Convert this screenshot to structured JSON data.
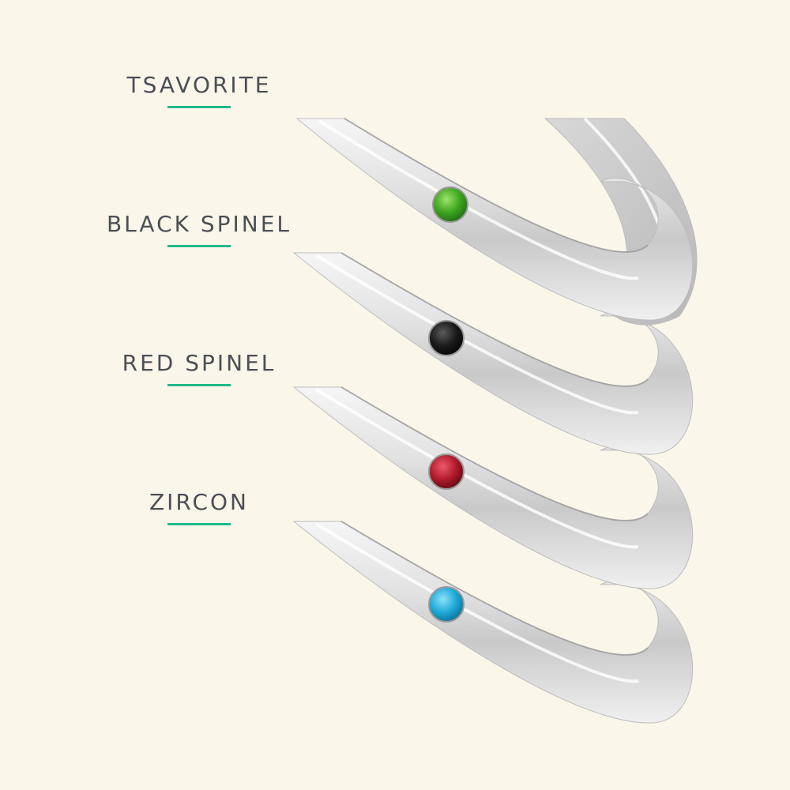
{
  "background_color": "#fbf6ea",
  "accent_color": "#1fb98a",
  "label_color": "#4b4f55",
  "rings": [
    {
      "gem": "TSAVORITE",
      "gem_color": "#3ea51f",
      "gem_dark": "#1f6a12",
      "gem_light": "#9be36a"
    },
    {
      "gem": "BLACK SPINEL",
      "gem_color": "#1a1a1a",
      "gem_dark": "#050505",
      "gem_light": "#5a5a5a"
    },
    {
      "gem": "RED SPINEL",
      "gem_color": "#b01a2a",
      "gem_dark": "#5c0812",
      "gem_light": "#ee5a6a"
    },
    {
      "gem": "ZIRCON",
      "gem_color": "#1ea9d8",
      "gem_dark": "#0a6f94",
      "gem_light": "#8fe2fb"
    }
  ]
}
